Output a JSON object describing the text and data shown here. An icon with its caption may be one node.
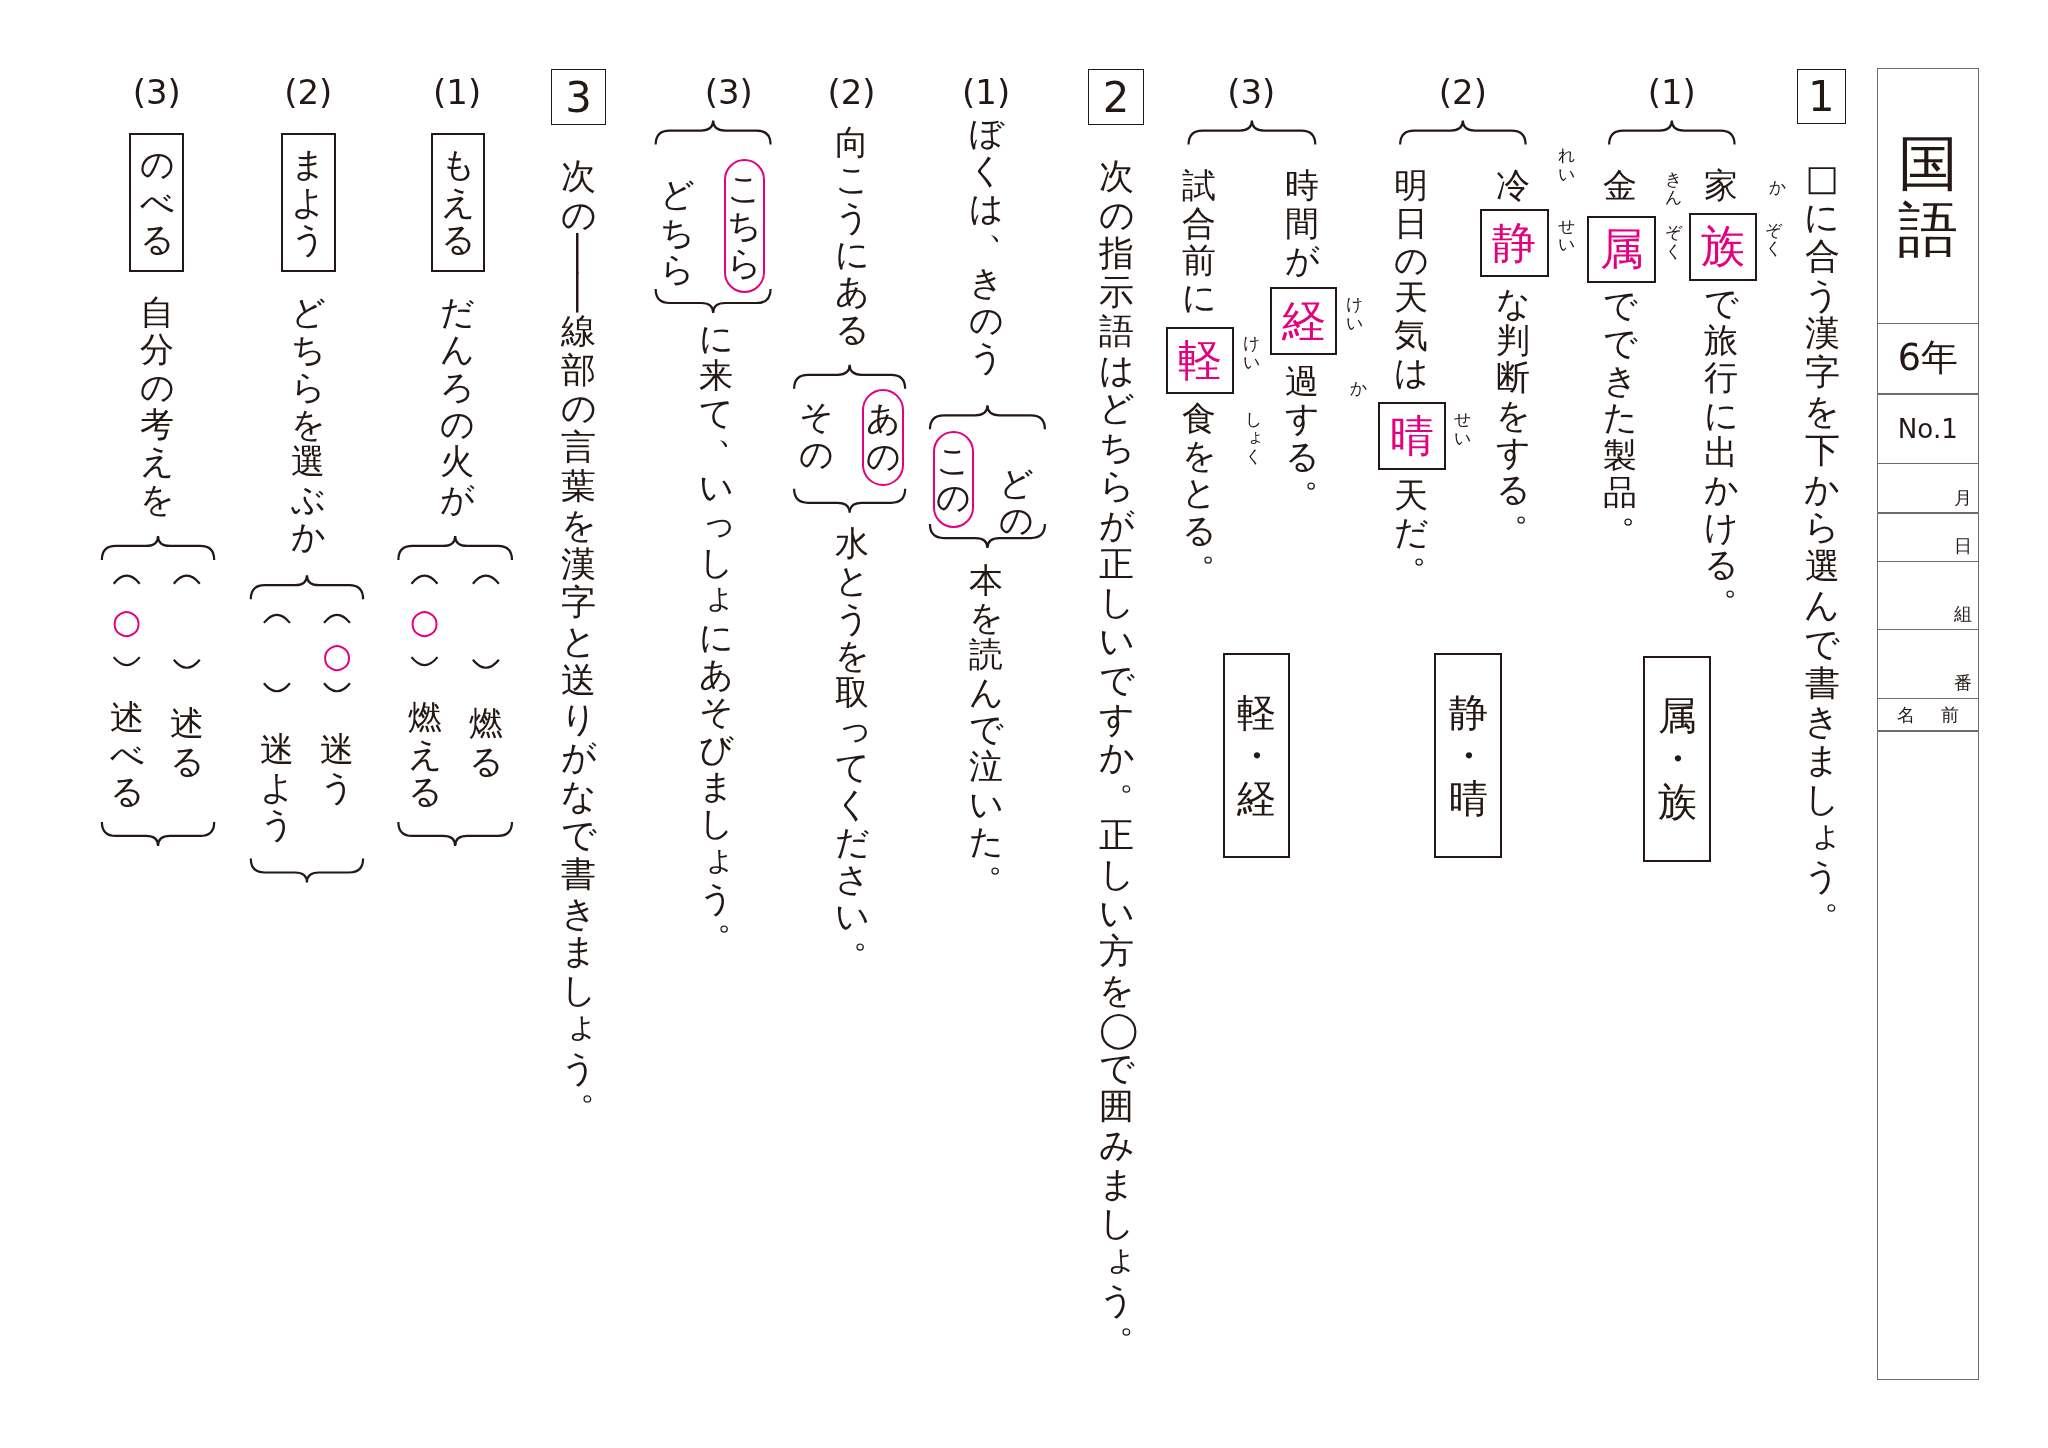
{
  "diagram": {
    "nodes": [
      {
        "text": [
          "国語"
        ]
      },
      {
        "text": [
          "6年"
        ]
      },
      {
        "text": [
          "No.1"
        ]
      },
      {
        "text": [
          "月"
        ]
      },
      {
        "text": [
          "日"
        ]
      },
      {
        "text": [
          "組"
        ]
      },
      {
        "text": [
          "番"
        ]
      },
      {
        "text": [
          "名前"
        ]
      },
      {
        "text": [],
        "shape": "box"
      },
      {
        "text": [
          "1"
        ]
      },
      {
        "text": [
          "族"
        ],
        "beside": [
          "ぞく"
        ]
      },
      {
        "text": [
          "属"
        ],
        "beside": [
          "ぞく"
        ]
      },
      {
        "text": [
          "属・族"
        ]
      },
      {
        "text": [
          "静"
        ],
        "beside": [
          "せい"
        ]
      },
      {
        "text": [
          "晴"
        ],
        "beside": [
          "せい"
        ]
      },
      {
        "text": [
          "静・晴"
        ]
      },
      {
        "text": [
          "経"
        ],
        "beside": [
          "けい"
        ]
      },
      {
        "text": [
          "軽"
        ],
        "beside": [
          "けい"
        ]
      },
      {
        "text": [
          "軽・経"
        ]
      },
      {
        "text": [
          "2"
        ]
      },
      {
        "text": [
          "この"
        ]
      },
      {
        "text": [
          "あの"
        ]
      },
      {
        "text": [
          "こちら"
        ]
      },
      {
        "text": [
          "3"
        ]
      },
      {
        "text": [
          "もえる"
        ]
      },
      {
        "text": [
          "まよう"
        ]
      },
      {
        "text": [
          "のべる"
        ]
      }
    ],
    "labels": [
      "□に合う漢字を下から選んで書きましょう。",
      "(1)",
      "家",
      "か",
      "で旅行に出かける。",
      "金",
      "きん",
      "でできた製品。",
      "(2)",
      "冷",
      "れい",
      "な判断をする。",
      "明日の天気は",
      "天だ。",
      "(3)",
      "時間が",
      "過する。",
      "か",
      "試合前に",
      "食をとる。",
      "しょく",
      "次の指示語はどちらが正しいですか。正しい方を◯で囲みましょう。",
      "(1)",
      "ぼくは、きのう",
      "どの",
      "本を読んで泣いた。",
      "(2)",
      "向こうにある",
      "その",
      "水とうを取ってください。",
      "(3)",
      "どちら",
      "に来て、いっしょにあそびましょう。",
      "次の――線部の言葉を漢字と送りがなで書きましょう。",
      "(1)",
      "だんろの火が",
      "燃る",
      "○",
      "燃える",
      "(2)",
      "どちらを選ぶか",
      "○",
      "迷う",
      "迷よう",
      "(3)",
      "自分の考えを",
      "述る",
      "○",
      "述べる"
    ]
  }
}
